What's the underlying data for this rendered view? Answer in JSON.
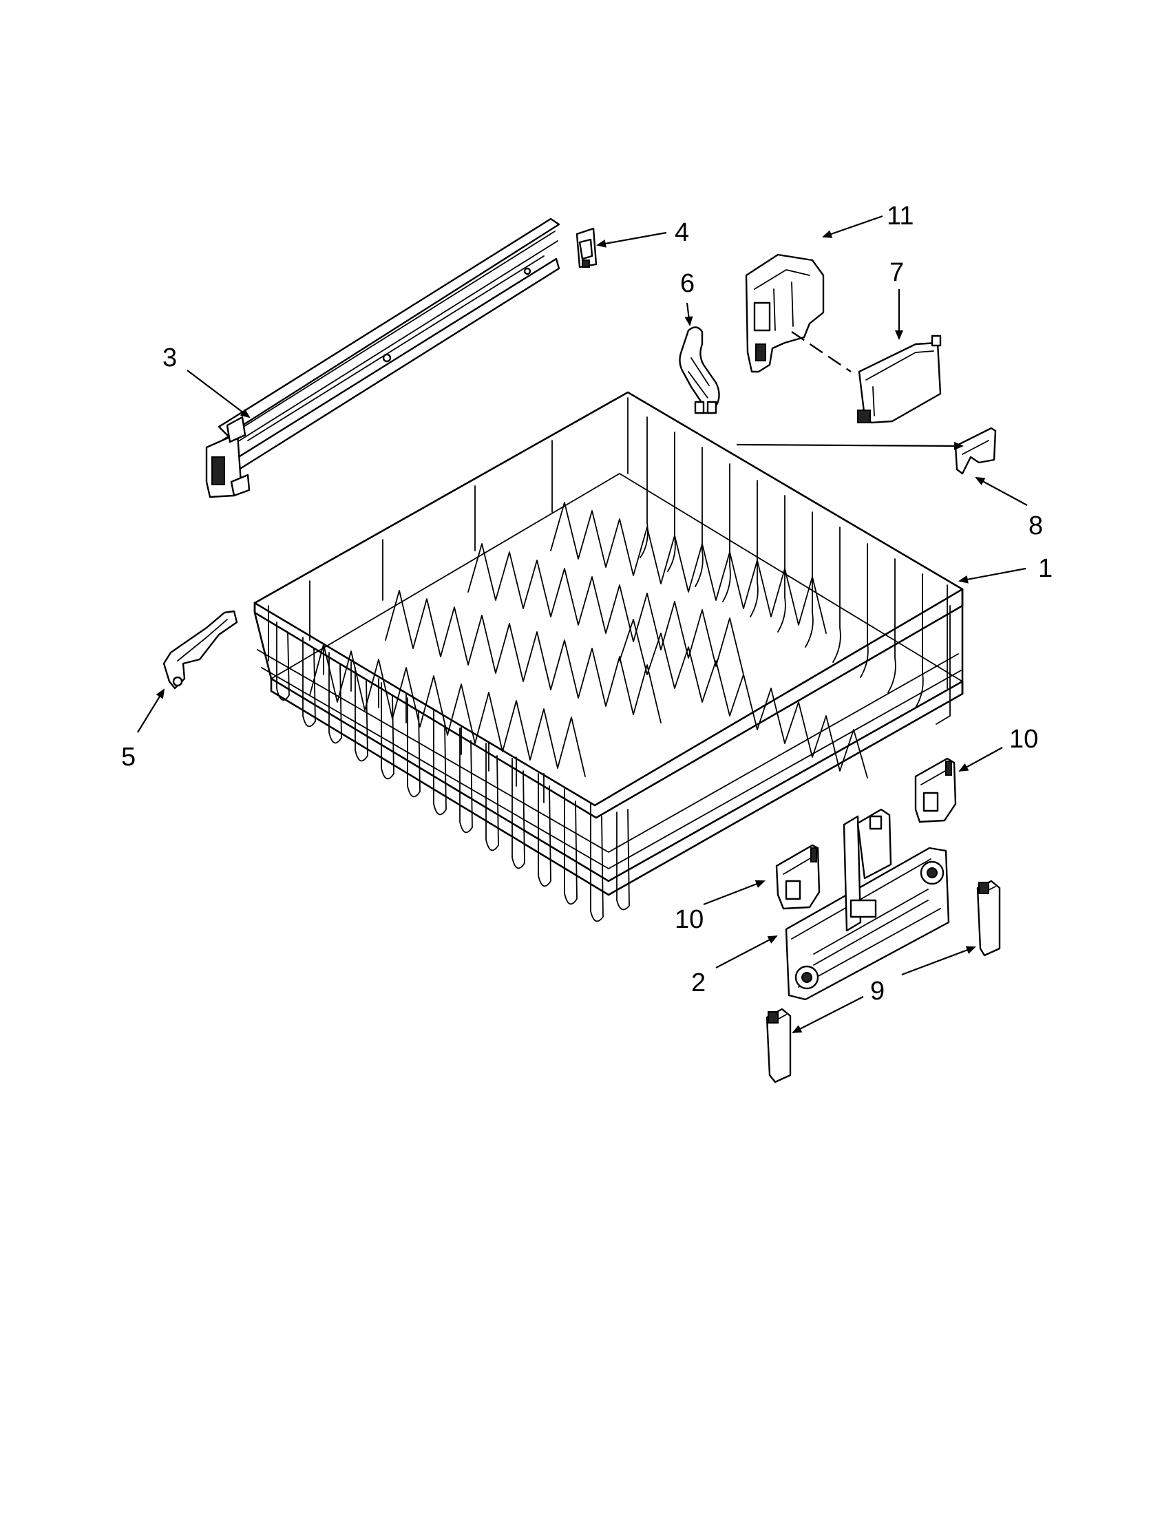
{
  "callouts": [
    {
      "id": "1",
      "label": "1"
    },
    {
      "id": "2",
      "label": "2"
    },
    {
      "id": "3",
      "label": "3"
    },
    {
      "id": "4",
      "label": "4"
    },
    {
      "id": "5",
      "label": "5"
    },
    {
      "id": "6",
      "label": "6"
    },
    {
      "id": "7",
      "label": "7"
    },
    {
      "id": "8",
      "label": "8"
    },
    {
      "id": "9",
      "label": "9"
    },
    {
      "id": "10a",
      "label": "10"
    },
    {
      "id": "10b",
      "label": "10"
    },
    {
      "id": "11",
      "label": "11"
    }
  ],
  "colors": {
    "line": "#000000",
    "background": "#ffffff"
  }
}
